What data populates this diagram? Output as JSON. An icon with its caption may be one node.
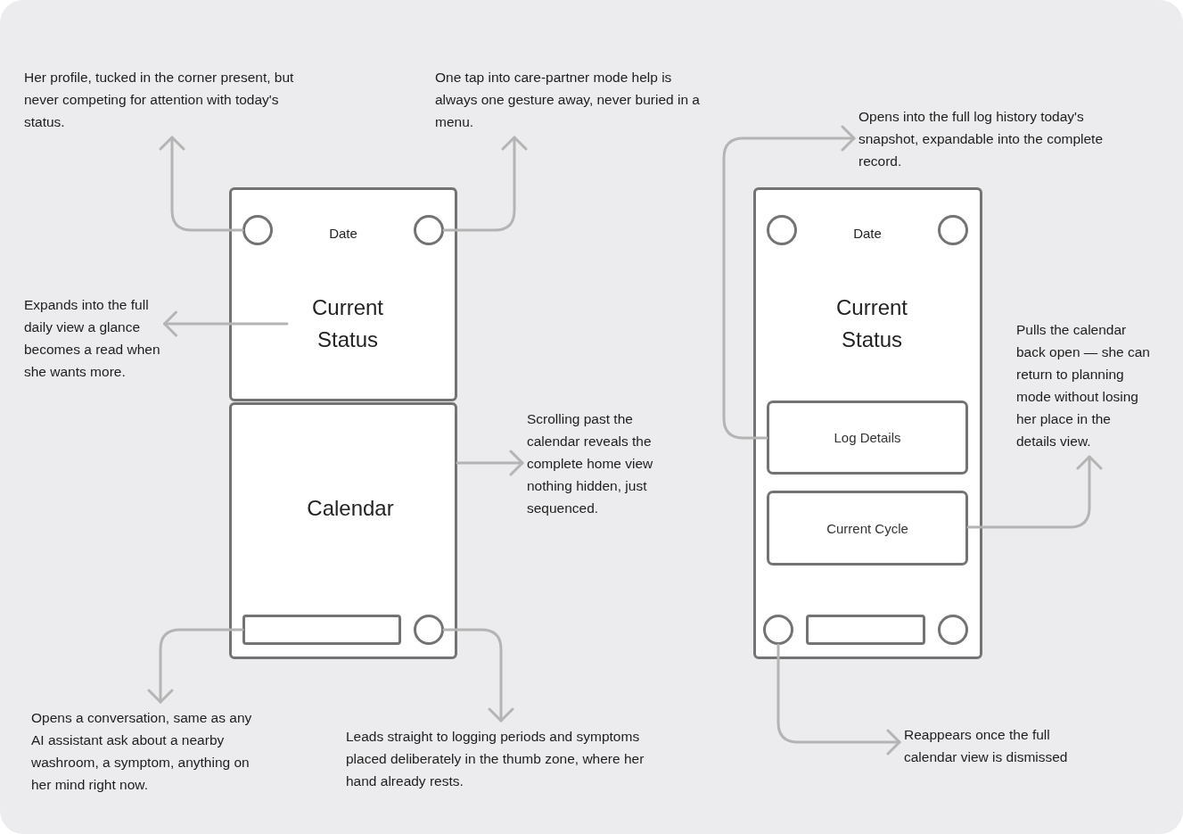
{
  "diagram": {
    "nodes": [
      {
        "text": [
          "Date"
        ]
      },
      {
        "text": [],
        "shape": "circle",
        "in": 0
      },
      {
        "text": [],
        "shape": "circle",
        "in": 0
      },
      {
        "text": [
          "Current Status"
        ],
        "in": 0
      },
      {
        "text": [
          "Calendar"
        ]
      },
      {
        "text": [],
        "shape": "box",
        "in": 4
      },
      {
        "text": [],
        "shape": "circle",
        "in": 4
      },
      {
        "text": [
          "Her profile, tucked in the corner present, but never competing for attention with today's status."
        ]
      },
      {
        "text": [
          "One tap into care-partner mode help is always one gesture away, never buried in a menu."
        ]
      },
      {
        "text": [
          "Expands into the full daily view a glance becomes a read when she wants more."
        ]
      },
      {
        "text": [
          "Scrolling past the calendar reveals the complete home view nothing hidden, just sequenced."
        ]
      },
      {
        "text": [
          "Opens a conversation, same as any AI assistant ask about a nearby washroom, a symptom, anything on her mind right now."
        ]
      },
      {
        "text": [
          "Leads straight to logging periods and symptoms placed deliberately in the thumb zone, where her hand already rests."
        ]
      },
      {
        "text": [
          "Date",
          "Current Status"
        ]
      },
      {
        "text": [],
        "shape": "circle",
        "in": 13
      },
      {
        "text": [],
        "shape": "circle",
        "in": 13
      },
      {
        "text": [
          "Log Details"
        ],
        "in": 13
      },
      {
        "text": [
          "Current Cycle"
        ],
        "in": 13
      },
      {
        "text": [],
        "shape": "circle",
        "in": 13
      },
      {
        "text": [],
        "shape": "box",
        "in": 13
      },
      {
        "text": [],
        "shape": "circle",
        "in": 13
      },
      {
        "text": [
          "Opens into the full log history today's snapshot, expandable into the complete record."
        ]
      },
      {
        "text": [
          "Pulls the calendar back open — she can return to planning mode without losing her place in the details view."
        ]
      },
      {
        "text": [
          "Reappears once the full calendar view is dismissed"
        ]
      }
    ],
    "edges": [
      {
        "from": 1,
        "to": 7,
        "arrow": "to"
      },
      {
        "from": 2,
        "to": 8,
        "arrow": "to"
      },
      {
        "from": 3,
        "to": 9,
        "arrow": "to"
      },
      {
        "from": 4,
        "to": 10,
        "arrow": "to"
      },
      {
        "from": 5,
        "to": 11,
        "arrow": "to"
      },
      {
        "from": 6,
        "to": 12,
        "arrow": "to"
      },
      {
        "from": 16,
        "to": 21,
        "arrow": "to"
      },
      {
        "from": 17,
        "to": 22,
        "arrow": "to"
      },
      {
        "from": 18,
        "to": 23,
        "arrow": "to"
      }
    ]
  }
}
